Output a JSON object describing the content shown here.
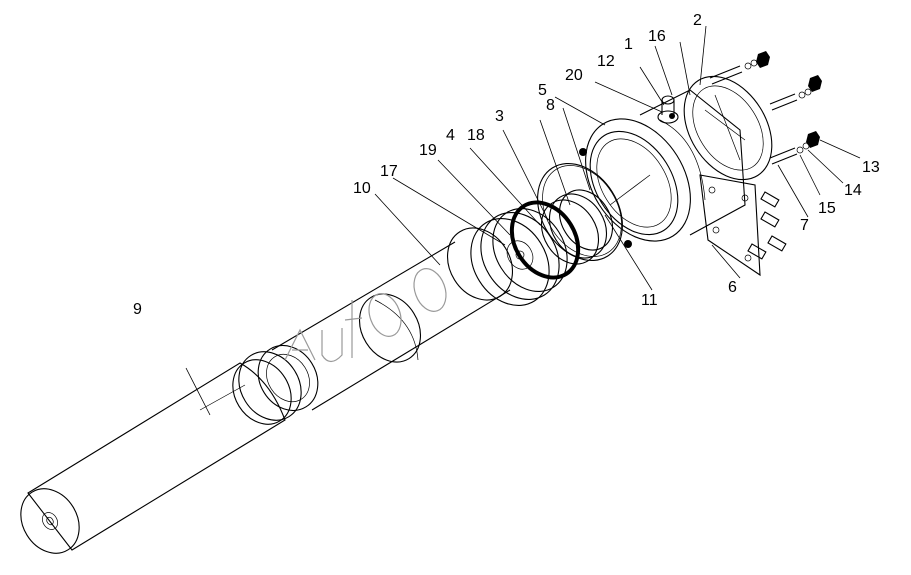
{
  "diagram": {
    "type": "exploded-parts-view",
    "callouts": [
      "1",
      "2",
      "3",
      "4",
      "5",
      "6",
      "7",
      "8",
      "9",
      "10",
      "11",
      "12",
      "13",
      "14",
      "15",
      "16",
      "17",
      "18",
      "19",
      "20"
    ],
    "watermark": "autoo"
  },
  "colors": {
    "ink": "#000000",
    "background": "#ffffff",
    "watermark": "#9a9a9a"
  }
}
